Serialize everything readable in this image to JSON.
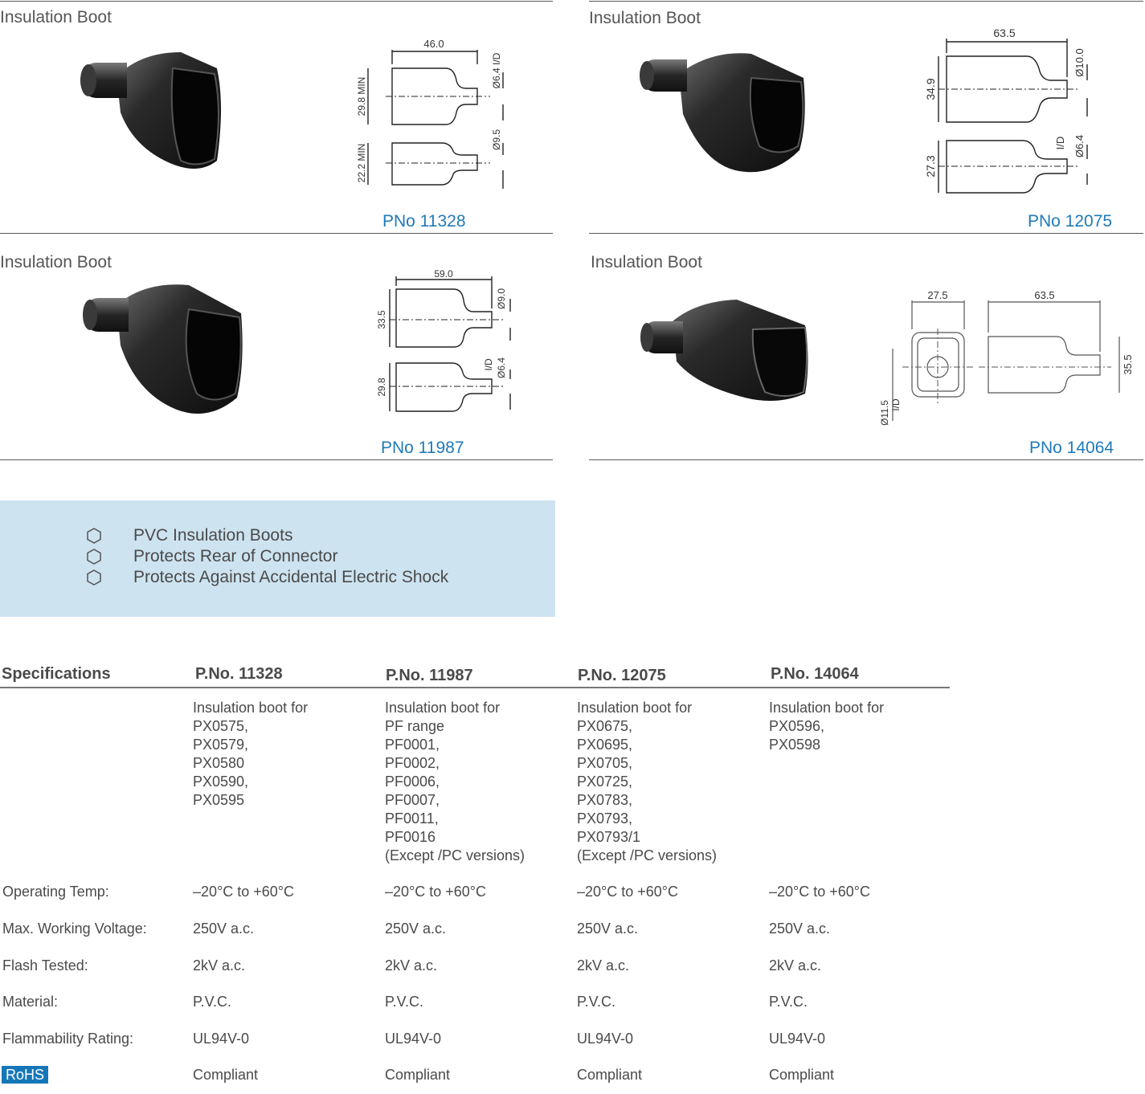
{
  "panels": [
    {
      "title": "Insulation Boot",
      "pno": "PNo 11328",
      "dims": {
        "width": "46.0",
        "height_top": "29.8 MIN",
        "dia_top": "Ø6.4 I/D",
        "height_bottom": "22.2 MIN",
        "dia_bottom": "Ø9.5"
      }
    },
    {
      "title": "Insulation Boot",
      "pno": "PNo 12075",
      "dims": {
        "width": "63.5",
        "height_top": "34.9",
        "dia_top": "Ø10.0",
        "height_bottom": "27.3",
        "dia_bottom": "Ø6.4",
        "id_bottom": "I/D"
      }
    },
    {
      "title": "Insulation Boot",
      "pno": "PNo 11987",
      "dims": {
        "width": "59.0",
        "height_top": "33.5",
        "dia_top": "Ø9.0",
        "height_bottom": "29.8",
        "dia_bottom": "Ø6.4",
        "id_bottom": "I/D"
      }
    },
    {
      "title": "Insulation Boot",
      "pno": "PNo 14064",
      "dims": {
        "width_end": "27.5",
        "width_side": "63.5",
        "height_side": "35.5",
        "dia_end": "Ø11.5",
        "id_end": "I/D"
      }
    }
  ],
  "features": [
    "PVC Insulation Boots",
    "Protects Rear of Connector",
    "Protects Against Accidental Electric Shock"
  ],
  "specs": {
    "header": "Specifications",
    "columns": [
      {
        "pno": "P.No. 11328",
        "description": [
          "Insulation boot for",
          "PX0575,",
          "PX0579,",
          "PX0580",
          "PX0590,",
          "PX0595"
        ],
        "operating_temp": "–20°C to +60°C",
        "voltage": "250V a.c.",
        "flash": "2kV a.c.",
        "material": "P.V.C.",
        "flammability": "UL94V-0",
        "rohs": "Compliant"
      },
      {
        "pno": "P.No. 11987",
        "description": [
          "Insulation boot for",
          "PF range",
          "PF0001,",
          "PF0002,",
          "PF0006,",
          "PF0007,",
          "PF0011,",
          "PF0016",
          "(Except /PC versions)"
        ],
        "operating_temp": "–20°C to +60°C",
        "voltage": "250V a.c.",
        "flash": "2kV a.c.",
        "material": "P.V.C.",
        "flammability": "UL94V-0",
        "rohs": "Compliant"
      },
      {
        "pno": "P.No. 12075",
        "description": [
          "Insulation boot for",
          "PX0675,",
          "PX0695,",
          "PX0705,",
          "PX0725,",
          "PX0783,",
          "PX0793,",
          "PX0793/1",
          "(Except /PC versions)"
        ],
        "operating_temp": "–20°C to +60°C",
        "voltage": "250V a.c.",
        "flash": "2kV a.c.",
        "material": "P.V.C.",
        "flammability": "UL94V-0",
        "rohs": "Compliant"
      },
      {
        "pno": "P.No. 14064",
        "description": [
          "Insulation boot for",
          "PX0596,",
          "PX0598"
        ],
        "operating_temp": "–20°C to +60°C",
        "voltage": "250V a.c.",
        "flash": "2kV a.c.",
        "material": "P.V.C.",
        "flammability": "UL94V-0",
        "rohs": "Compliant"
      }
    ],
    "rows": {
      "operating_temp": "Operating Temp:",
      "voltage": "Max. Working Voltage:",
      "flash": "Flash Tested:",
      "material": "Material:",
      "flammability": "Flammability Rating:",
      "rohs": "RoHS"
    }
  },
  "colors": {
    "accent": "#1f7ab8",
    "feature_bg": "#cde3f0",
    "rohs_bg": "#1677b8"
  }
}
